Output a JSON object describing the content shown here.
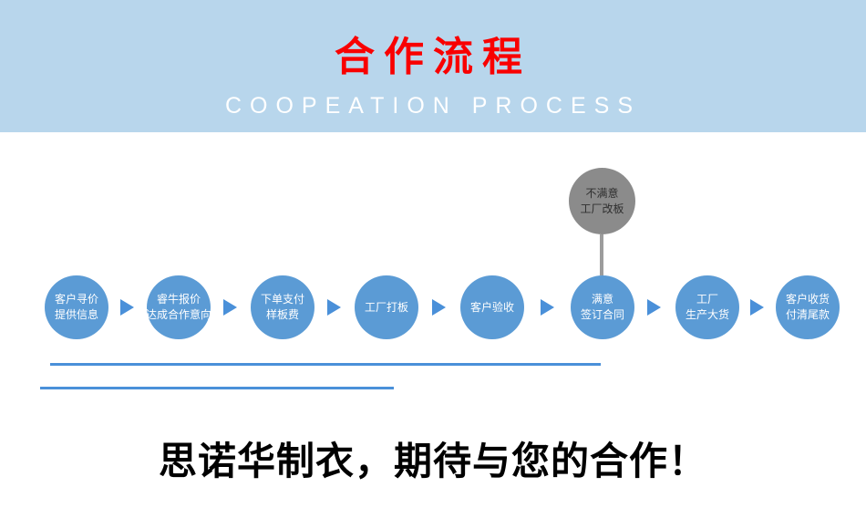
{
  "banner": {
    "title": "合作流程",
    "subtitle": "COOPEATION PROCESS",
    "bg_color": "#b8d6ec",
    "title_color": "#f90000",
    "subtitle_color": "#ffffff"
  },
  "flow": {
    "node_color": "#5b9bd5",
    "arrow_color": "#4a90d9",
    "alt_node_color": "#8b8b8b",
    "steps": [
      {
        "lines": [
          "客户寻价",
          "提供信息"
        ]
      },
      {
        "lines": [
          "睿牛报价",
          "达成合作意向"
        ]
      },
      {
        "lines": [
          "下单支付",
          "样板费"
        ]
      },
      {
        "lines": [
          "工厂打板"
        ]
      },
      {
        "lines": [
          "客户验收"
        ]
      },
      {
        "lines": [
          "满意",
          "签订合同"
        ]
      },
      {
        "lines": [
          "工厂",
          "生产大货"
        ]
      },
      {
        "lines": [
          "客户收货",
          "付清尾款"
        ]
      }
    ],
    "alt_step": {
      "lines": [
        "不满意",
        "工厂改板"
      ]
    }
  },
  "footer": {
    "slogan": "思诺华制衣，期待与您的合作！"
  }
}
